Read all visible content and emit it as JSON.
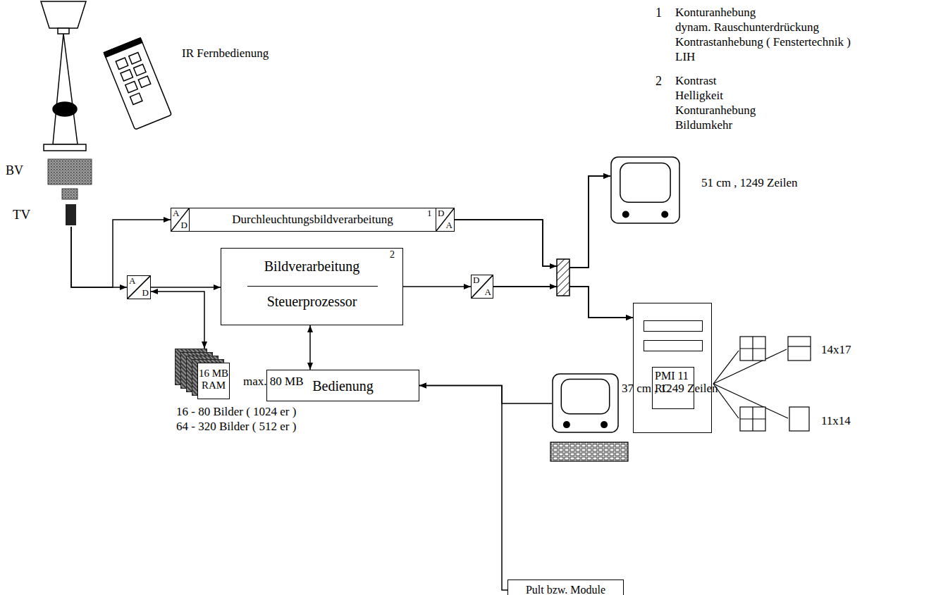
{
  "diagram": {
    "nodes": [
      {
        "text": [
          "TV"
        ]
      },
      {
        "text": [
          "Durchleuchtungsbildverarbeitung"
        ]
      },
      {
        "text": [
          "A",
          "D"
        ],
        "in": 1
      },
      {
        "text": [
          "D",
          "A"
        ],
        "in": 1
      },
      {
        "text": [
          "A",
          "D"
        ]
      },
      {
        "text": [
          "Bildverarbeitung",
          "Steuerprozessor"
        ]
      },
      {
        "text": [
          "D",
          "A"
        ]
      },
      {
        "text": [
          "51 cm , 1249 Zeilen"
        ]
      },
      {
        "text": [
          "PMI 11 RC"
        ]
      },
      {
        "text": [
          "16 MB RAM"
        ]
      },
      {
        "text": [
          "Bedienung"
        ]
      },
      {
        "text": [
          "37 cm , 1249 Zeilen"
        ]
      },
      {
        "text": [
          "Pult bzw. Module"
        ]
      }
    ],
    "edges": [
      {
        "from": 0,
        "to": 2,
        "arrow": "to"
      },
      {
        "from": 0,
        "to": 4,
        "arrow": "to"
      },
      {
        "from": 4,
        "to": 5,
        "arrow": "to"
      },
      {
        "from": 4,
        "to": 9,
        "arrow": "both"
      },
      {
        "from": 5,
        "to": 6,
        "arrow": "to"
      },
      {
        "from": 5,
        "to": 10,
        "arrow": "both"
      },
      {
        "from": 3,
        "to": 7,
        "arrow": "to"
      },
      {
        "from": 3,
        "to": 8,
        "arrow": "to"
      },
      {
        "from": 6,
        "to": 7,
        "arrow": "to"
      },
      {
        "from": 6,
        "to": 8,
        "arrow": "to"
      },
      {
        "from": 11,
        "to": 10,
        "arrow": "to"
      },
      {
        "from": 12,
        "to": 10,
        "arrow": "to"
      }
    ],
    "labels": [
      "IR Fernbedienung",
      "BV",
      "1",
      "Konturanhebung",
      "dynam. Rauschunterdrückung",
      "Kontrastanhebung ( Fenstertechnik )",
      "LIH",
      "2",
      "Kontrast",
      "Helligkeit",
      "Konturanhebung",
      "Bildumkehr",
      "1",
      "2",
      "max. 80 MB",
      "16 - 80 Bilder ( 1024 er )",
      "64 - 320 Bilder ( 512 er )",
      "14x17",
      "11x14"
    ]
  }
}
